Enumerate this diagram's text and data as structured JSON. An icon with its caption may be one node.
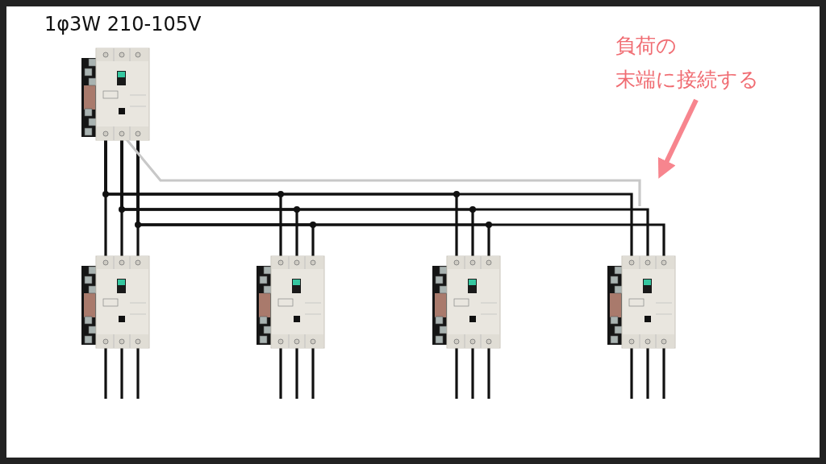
{
  "diagram": {
    "title": "1φ3W 210-105V",
    "nodes": [
      {
        "text": [],
        "shape": "picture"
      },
      {
        "text": [],
        "shape": "picture"
      },
      {
        "text": [],
        "shape": "picture"
      },
      {
        "text": [],
        "shape": "picture"
      },
      {
        "text": [],
        "shape": "picture"
      },
      {
        "text": [
          "負荷の末端に接続する"
        ]
      }
    ],
    "edges": [
      {
        "from": 0,
        "to": 1,
        "arrow": "none"
      },
      {
        "from": 0,
        "to": 2,
        "arrow": "none"
      },
      {
        "from": 0,
        "to": 3,
        "arrow": "none"
      },
      {
        "from": 0,
        "to": 4,
        "arrow": "none"
      },
      {
        "from": 0,
        "to": null,
        "arrow": "none",
        "color": "#c8c8c8"
      },
      {
        "from": 5,
        "to": null,
        "arrow": "to",
        "style": "thick",
        "color": "#f7858e"
      }
    ]
  }
}
